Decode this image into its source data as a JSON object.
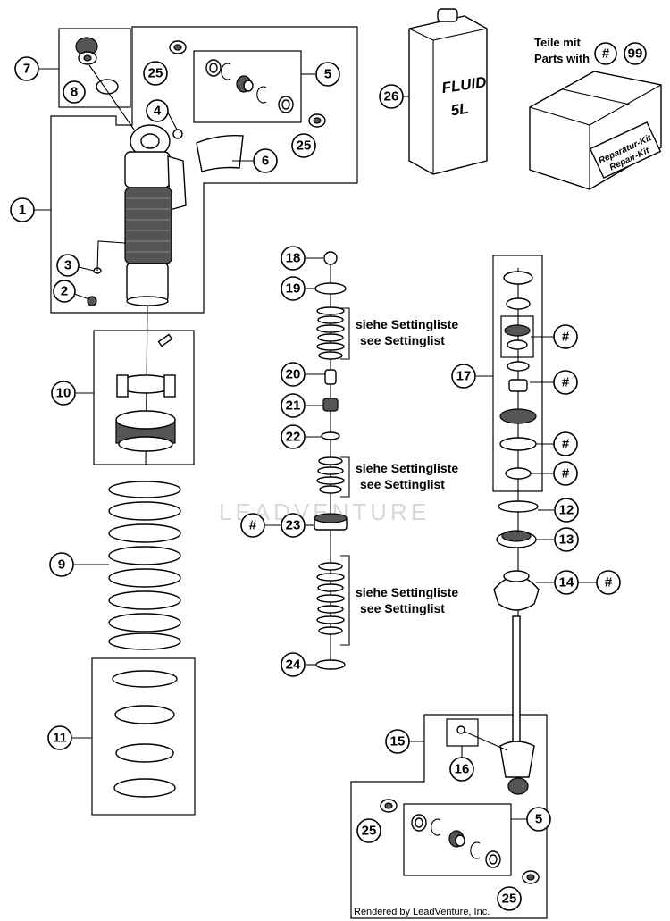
{
  "watermark": "LEADVENTURE",
  "credit": "Rendered by LeadVenture, Inc.",
  "parts_note": {
    "line_de": "Teile mit",
    "line_en": "Parts with",
    "hash_symbol": "#",
    "kit_number": "99"
  },
  "fluid_can": {
    "line1": "FLUID",
    "line2": "5L"
  },
  "repair_kit": {
    "line1": "Reparatur-Kit",
    "line2": "Repair-Kit"
  },
  "setting_note": {
    "de": "siehe Settingliste",
    "en": "see Settinglist"
  },
  "callouts": {
    "c1": "1",
    "c2": "2",
    "c3": "3",
    "c4": "4",
    "c5a": "5",
    "c5b": "5",
    "c6": "6",
    "c7": "7",
    "c8": "8",
    "c9": "9",
    "c10": "10",
    "c11": "11",
    "c12": "12",
    "c13": "13",
    "c14": "14",
    "c15": "15",
    "c16": "16",
    "c17": "17",
    "c18": "18",
    "c19": "19",
    "c20": "20",
    "c21": "21",
    "c22": "22",
    "c23": "23",
    "c24": "24",
    "c25a": "25",
    "c25b": "25",
    "c25c": "25",
    "c25d": "25",
    "c26": "26"
  },
  "hash_markers": {
    "h23": "#",
    "h14": "#",
    "h17a": "#",
    "h17b": "#",
    "h17c": "#",
    "h17d": "#"
  }
}
